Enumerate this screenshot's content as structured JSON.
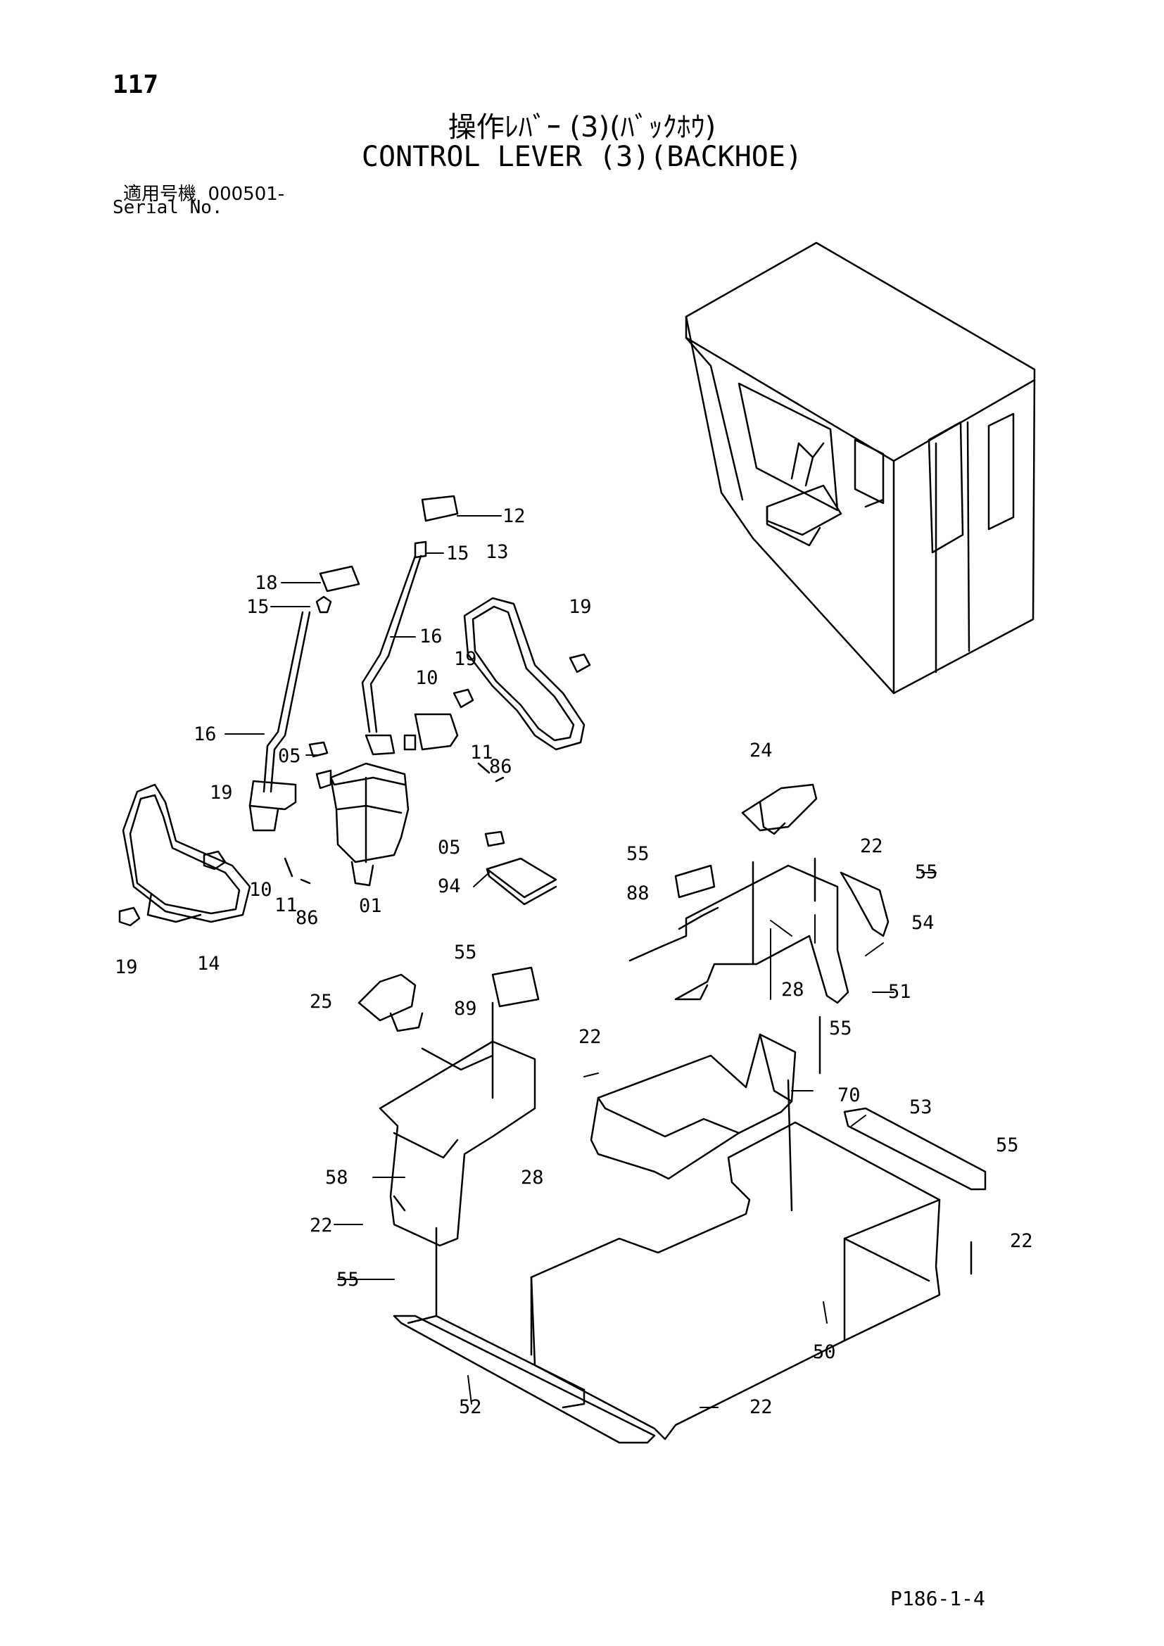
{
  "header": {
    "page_number": "117",
    "title_jp": "操作ﾚﾊﾞｰ (3)(ﾊﾞｯｸﾎｳ)",
    "title_en": "CONTROL LEVER (3)(BACKHOE)",
    "serial_label_jp": "適用号機",
    "serial_value": "000501-",
    "serial_label_en": "Serial No."
  },
  "callouts": {
    "c12": "12",
    "c15a": "15",
    "c13": "13",
    "c18": "18",
    "c15b": "15",
    "c19a": "19",
    "c16a": "16",
    "c19b": "19",
    "c10a": "10",
    "c16b": "16",
    "c05a": "05",
    "c11a": "11",
    "c86a": "86",
    "c19c": "19",
    "c24": "24",
    "c05b": "05",
    "c55a": "55",
    "c22a": "22",
    "c55b": "55",
    "c94": "94",
    "c10b": "10",
    "c11b": "11",
    "c86b": "86",
    "c01": "01",
    "c88": "88",
    "c54": "54",
    "c19d": "19",
    "c14": "14",
    "c55c": "55",
    "c28a": "28",
    "c51": "51",
    "c25": "25",
    "c89": "89",
    "c55d": "55",
    "c22b": "22",
    "c70": "70",
    "c53": "53",
    "c55e": "55",
    "c58": "58",
    "c28b": "28",
    "c22c": "22",
    "c22d": "22",
    "c55f": "55",
    "c50": "50",
    "c52": "52",
    "c22e": "22"
  },
  "footer": {
    "reference": "P186-1-4"
  }
}
